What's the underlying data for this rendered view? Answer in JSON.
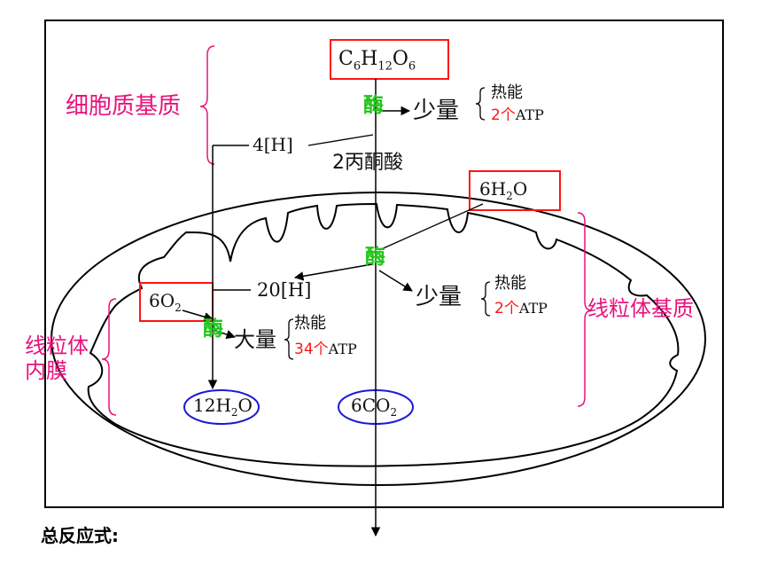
{
  "colors": {
    "accent_label": "#e8127c",
    "enzyme": "#22c51b",
    "box_border": "#ff1414",
    "oval_border": "#1a1ad6",
    "atp_count": "#ff1414"
  },
  "glucose": {
    "base": "C",
    "sub1": "6",
    "mid1": "H",
    "sub2": "12",
    "mid2": "O",
    "sub3": "6"
  },
  "water6": {
    "pre": "6H",
    "sub": "2",
    "post": "O"
  },
  "oxygen6": {
    "pre": "6O",
    "sub": "2"
  },
  "product_water": {
    "pre": "12H",
    "sub": "2",
    "post": "O"
  },
  "product_co2": {
    "pre": "6CO",
    "sub": "2"
  },
  "labels": {
    "cytoplasm_matrix": "细胞质基质",
    "mito_matrix": "线粒体基质",
    "inner_membrane_1": "线粒体",
    "inner_membrane_2": "内膜"
  },
  "steps": {
    "enzyme": "酶",
    "h4": "4[H]",
    "pyruvate": "2丙酮酸",
    "h20": "20[H]",
    "small": "少量",
    "large": "大量",
    "heat": "热能",
    "atp_2_count": "2个",
    "atp_34_count": "34个",
    "atp": "ATP"
  },
  "footer": {
    "summary_label": "总反应式:"
  }
}
